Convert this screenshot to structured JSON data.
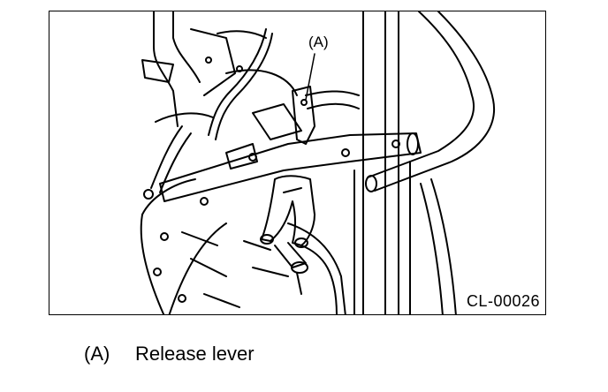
{
  "figure": {
    "callout_marker": "(A)",
    "figure_code": "CL-00026"
  },
  "legend": [
    {
      "marker": "(A)",
      "text": "Release lever"
    }
  ]
}
